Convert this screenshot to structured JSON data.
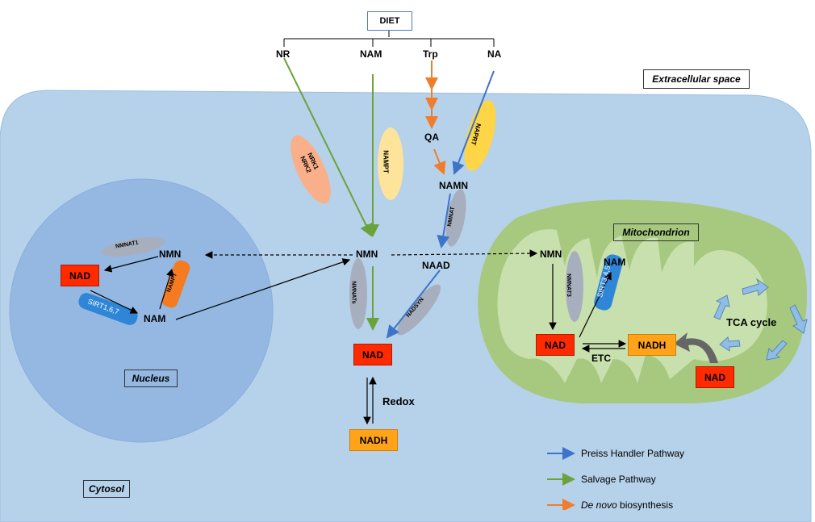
{
  "diet": "DIET",
  "sources": {
    "nr": "NR",
    "nam": "NAM",
    "trp": "Trp",
    "na": "NA"
  },
  "compartments": {
    "extracellular": "Extracellular space",
    "cytosol": "Cytosol",
    "nucleus": "Nucleus",
    "mitochondrion": "Mitochondrion"
  },
  "cytosol_nodes": {
    "qa": "QA",
    "namn": "NAMN",
    "nmn": "NMN",
    "naad": "NAAD",
    "nad": "NAD",
    "nadh": "NADH",
    "redox": "Redox"
  },
  "cytosol_enzymes": {
    "nrk": "NRK1\nNRK2",
    "nampt": "NAMPT",
    "naprt": "NAPRT",
    "nmnat": "NMNAT",
    "nmnats": "NMNATs",
    "nadsyn": "NADSYN"
  },
  "nucleus_nodes": {
    "nad": "NAD",
    "nmn": "NMN",
    "nam": "NAM"
  },
  "nucleus_enzymes": {
    "nmnat1": "NMNAT1",
    "nampt": "NAMPT",
    "sirt": "SIRT1,6,7"
  },
  "mito_nodes": {
    "nmn": "NMN",
    "nam": "NAM",
    "nad": "NAD",
    "nadh": "NADH",
    "etc": "ETC",
    "tca": "TCA cycle",
    "nad2": "NAD"
  },
  "mito_enzymes": {
    "nmnat3": "NMNAT3",
    "sirt": "SIRT3,4,5"
  },
  "legend": {
    "preiss": "Preiss Handler Pathway",
    "salvage": "Salvage Pathway",
    "denovo_italic": "De novo",
    "denovo_rest": " biosynthesis"
  },
  "colors": {
    "cell": "#b6d1ea",
    "nucleus": "#94b8e2",
    "mito_outer": "#a6c97f",
    "mito_inner": "#c8e0ad",
    "preiss": "#3d74c9",
    "salvage": "#6aa33a",
    "denovo": "#f07d2c",
    "nad": "#ff2a00",
    "nadh": "#ffa31a",
    "sirt": "#2f86d6",
    "nrk": "#f9b08a",
    "nampt_cyto": "#fde49a",
    "naprt": "#fdd546",
    "enzyme_grey": "#a7afbf",
    "nampt_nuc": "#f47b20"
  }
}
